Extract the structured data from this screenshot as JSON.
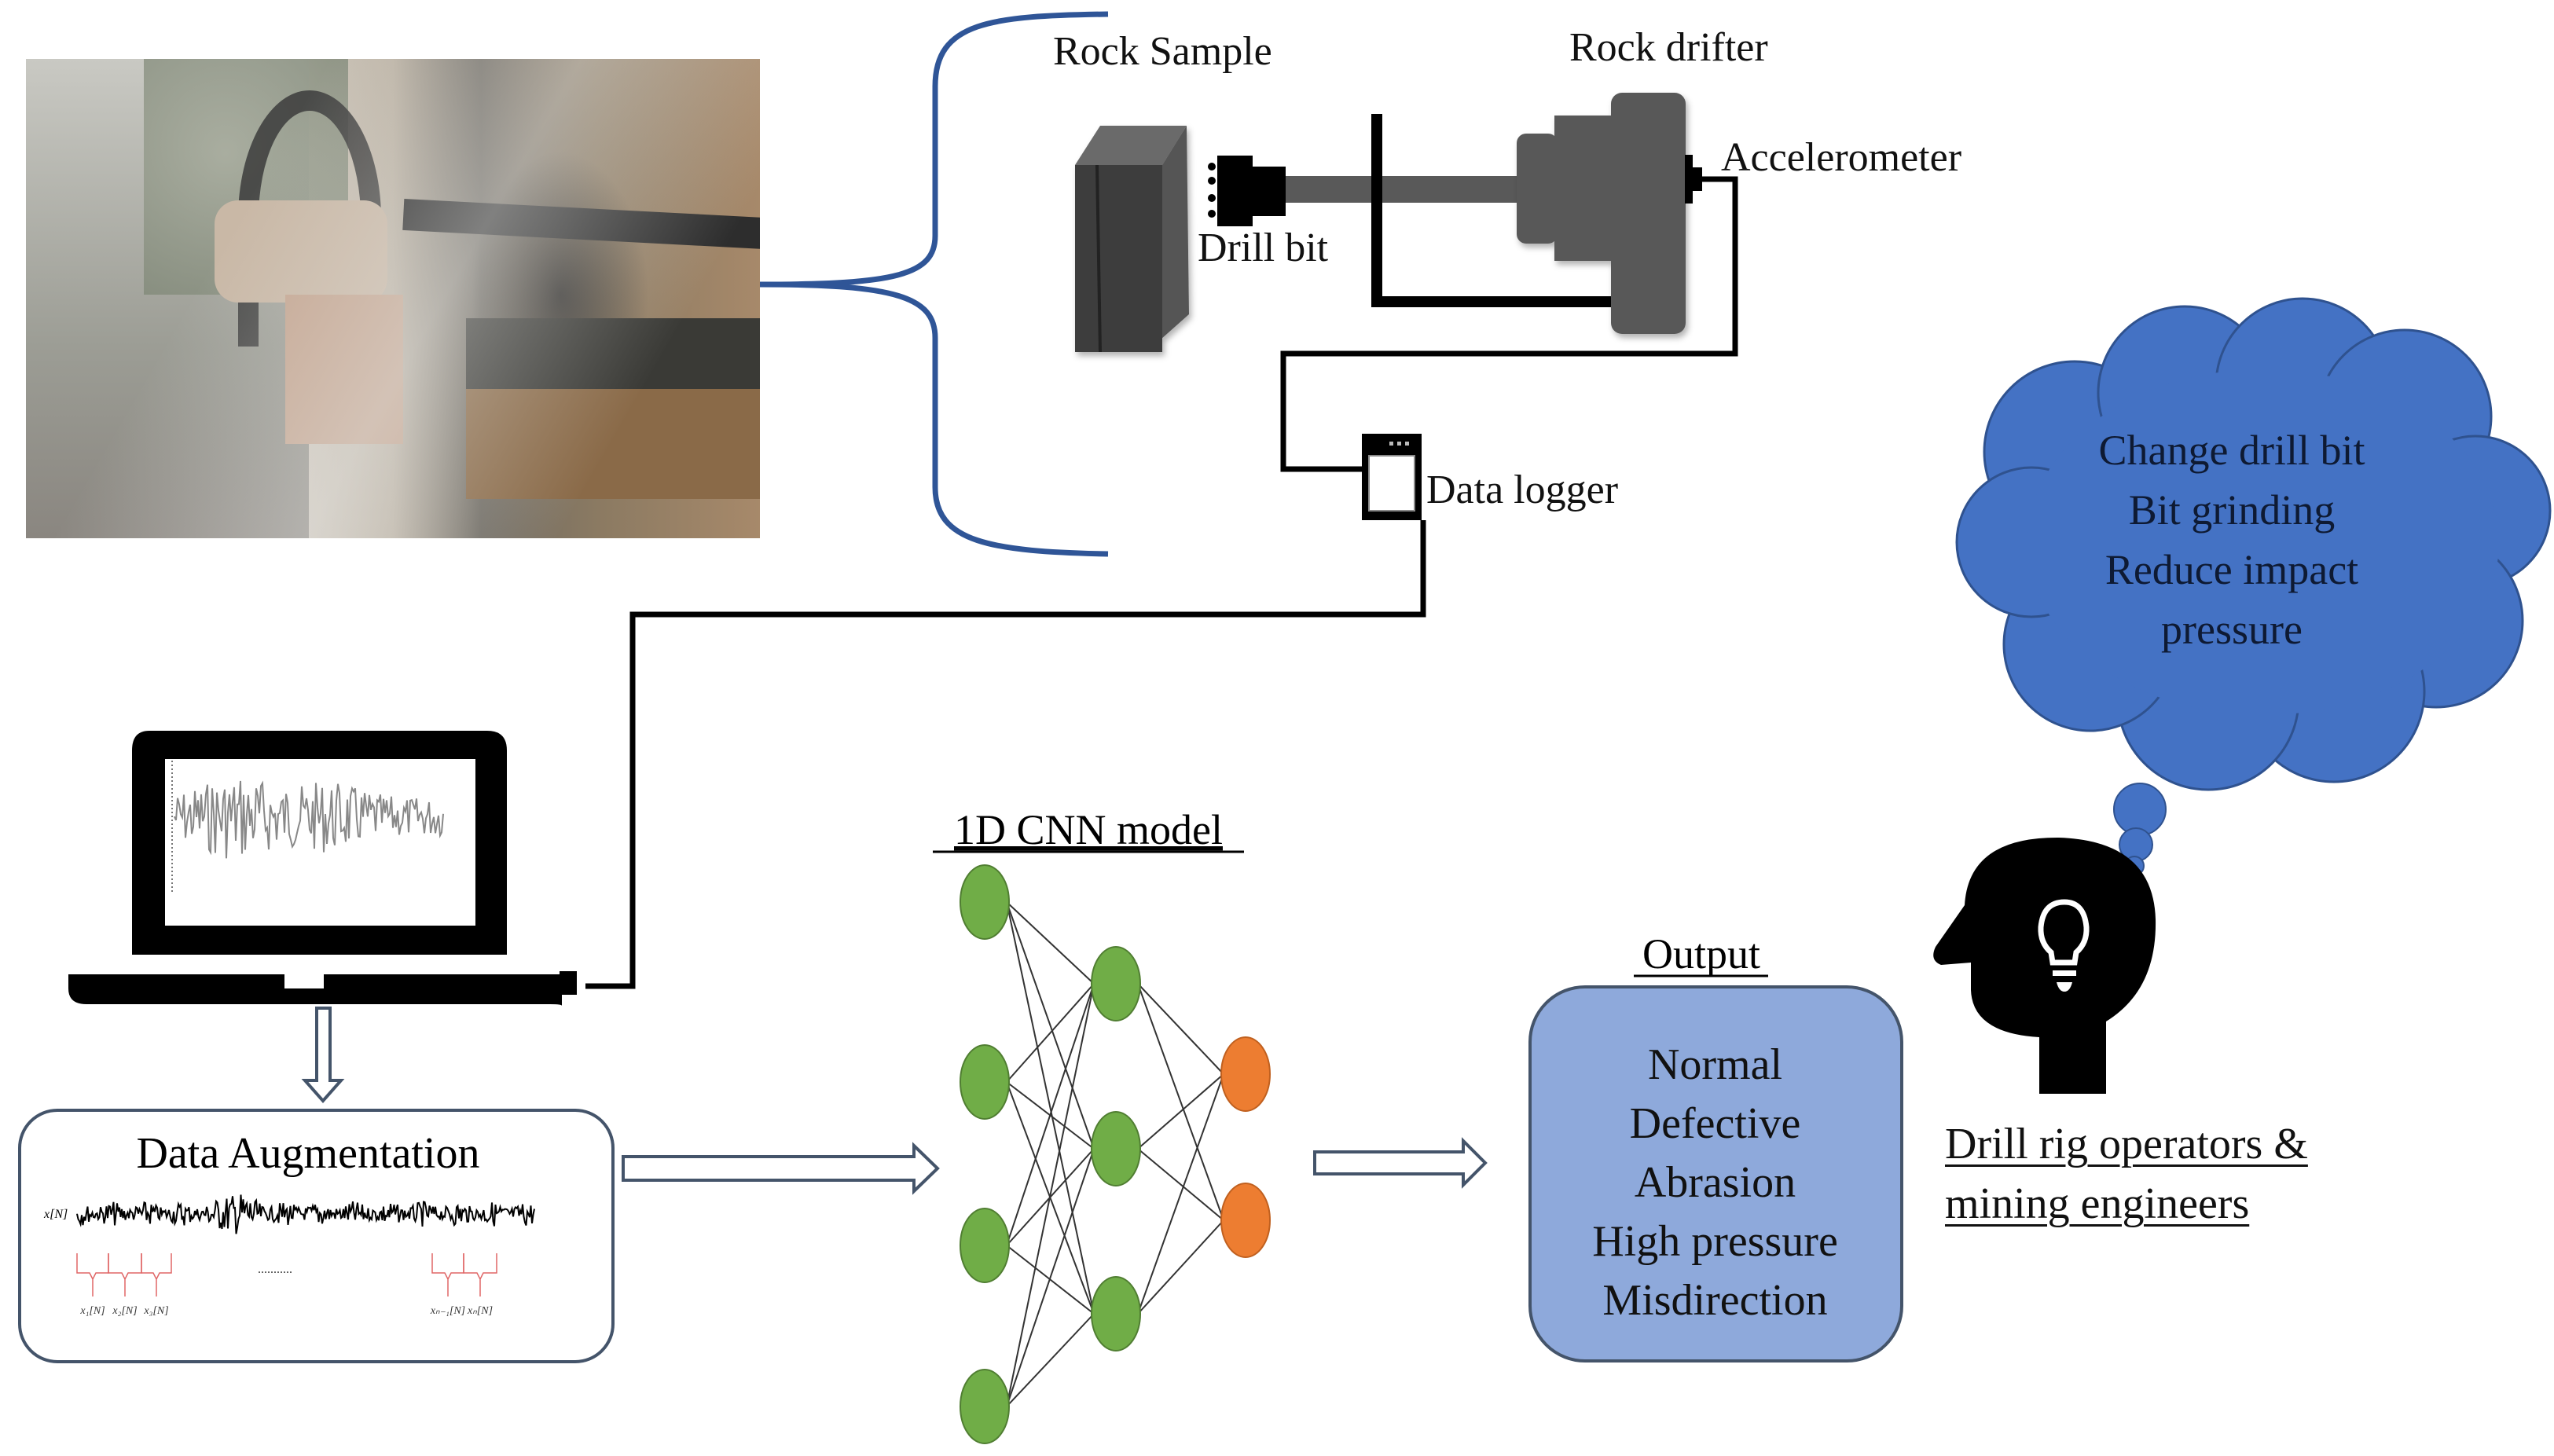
{
  "diagram": {
    "title": "Rock drill bit condition monitoring workflow",
    "photo": {
      "label": "Rock drilling rig photograph"
    },
    "setup": {
      "rock_sample": "Rock Sample",
      "rock_drifter": "Rock drifter",
      "drill_bit": "Drill bit",
      "accelerometer": "Accelerometer",
      "data_logger": "Data logger"
    },
    "augmentation": {
      "title": "Data Augmentation",
      "signal_label": "x[N]",
      "segments": [
        "x₁[N]",
        "x₂[N]",
        "x₃[N]",
        "xₙ₋₁[N]",
        "xₙ[N]"
      ],
      "ellipsis": "..........."
    },
    "model": {
      "title": "1D CNN model",
      "layers": [
        4,
        3,
        2
      ]
    },
    "output": {
      "title": "Output",
      "classes": [
        "Normal",
        "Defective",
        "Abrasion",
        "High pressure",
        "Misdirection"
      ]
    },
    "thought": {
      "lines": [
        "Change drill bit",
        "Bit grinding",
        "Reduce impact",
        "pressure"
      ]
    },
    "audience": {
      "lines": [
        "Drill rig operators &",
        "mining engineers"
      ]
    },
    "colors": {
      "brace": "#2F5597",
      "cloud": "#4472C4",
      "cloud_border": "#2F528F",
      "output_fill": "#8EA9DB",
      "output_border": "#44546A",
      "arrow": "#44546A",
      "node_green": "#70AD47",
      "node_orange": "#ED7D31",
      "augment_bracket": "#E06666",
      "machine_gray": "#595959"
    }
  }
}
